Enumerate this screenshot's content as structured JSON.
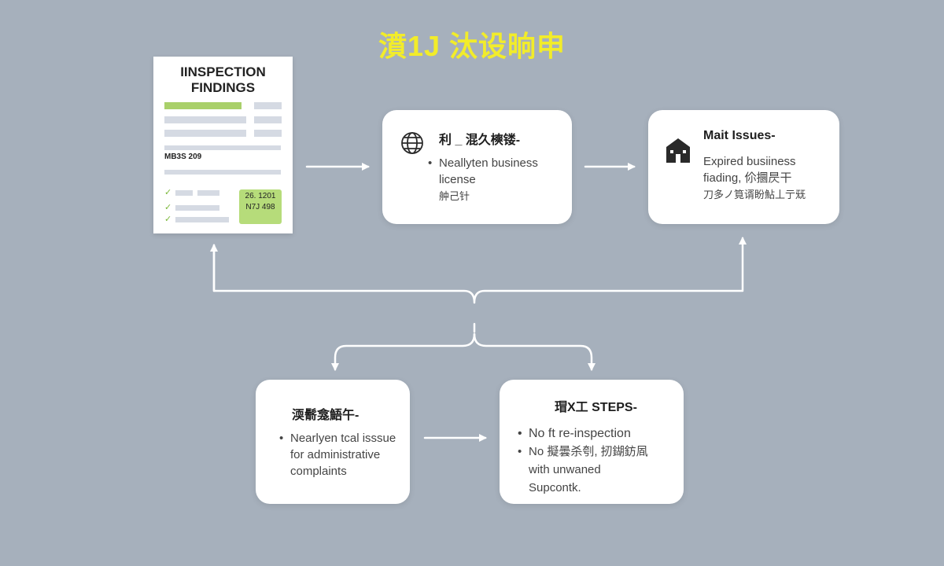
{
  "title": "濆1J 汰设晌申",
  "colors": {
    "background": "#a6b0bc",
    "title": "#f2ec2a",
    "card": "#ffffff",
    "connector": "#ffffff",
    "accent_green": "#a9d06a"
  },
  "document": {
    "title_line1": "IINSPECTION",
    "title_line2": "FINDINGS",
    "code": "MB3S 209",
    "box_line1": "26. 1201",
    "box_line2": "N7J 498",
    "icon": "document-icon"
  },
  "card_license": {
    "heading": "利 _ 混久樉镂-",
    "bullet": "•",
    "line1": "Neallyten business",
    "line2": "license",
    "line3": "舯己针",
    "icon": "globe-icon"
  },
  "card_main_issues": {
    "heading": "Mait Issues-",
    "line1": "Expired busiiness",
    "line2": "fiading,  伱攌昃干",
    "line3": "刀多ノ筧谞盼鮎丄亍兓",
    "icon": "building-icon"
  },
  "card_complaints": {
    "heading": "渜鬋龛鯃午-",
    "bullet": "•",
    "line1": "Nearlyen tcal isssue",
    "line2": "for administrative",
    "line3": "complaints"
  },
  "card_next_steps": {
    "heading": "瑁X工 STEPS-",
    "bullet": "•",
    "item1": "No ft  re-inspection",
    "item2": "No  擬曇杀刳,  扨鍸鈁凮",
    "line3": "with unwaned",
    "line4": "Supcontk."
  }
}
